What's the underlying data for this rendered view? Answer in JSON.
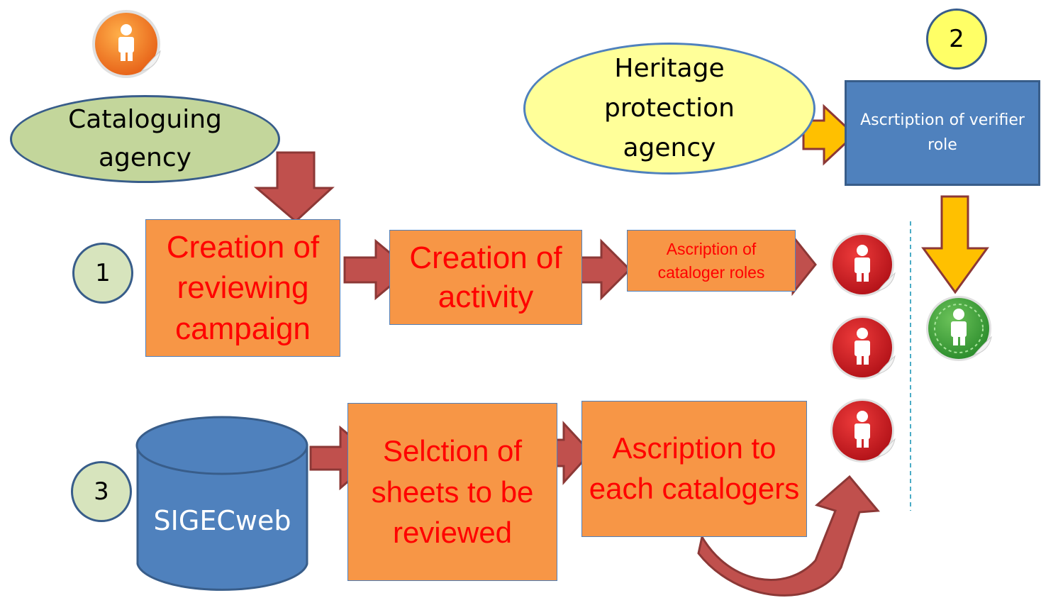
{
  "actors": {
    "cataloguing_agency": "Cataloguing agency",
    "heritage_agency": "Heritage protection agency"
  },
  "steps": {
    "step1": "1",
    "step2": "2",
    "step3": "3"
  },
  "boxes": {
    "creation_campaign": "Creation of reviewing campaign",
    "creation_activity": "Creation of activity",
    "ascription_cataloger": "Ascription of cataloger roles",
    "ascription_verifier": "Ascrtiption of verifier role",
    "selection_sheets": "Selction of sheets to be reviewed",
    "ascription_each": "Ascription to each catalogers"
  },
  "database": {
    "label": "SIGECweb"
  },
  "colors": {
    "process_fill": "#f79646",
    "process_text": "#ff0000",
    "arrow_red": "#c0504d",
    "arrow_yellow": "#ffc000",
    "green_ellipse": "#c3d69b",
    "yellow_ellipse": "#ffff99",
    "step_circle": "#d7e4bd",
    "step2_circle": "#ffff66",
    "blue": "#4f81bd",
    "user_red": "#d9252a",
    "user_orange": "#f37a1f",
    "user_green": "#3ea33e"
  },
  "icons": [
    "user-sticker-orange-icon",
    "user-sticker-red-icon",
    "user-sticker-green-icon",
    "database-icon"
  ]
}
